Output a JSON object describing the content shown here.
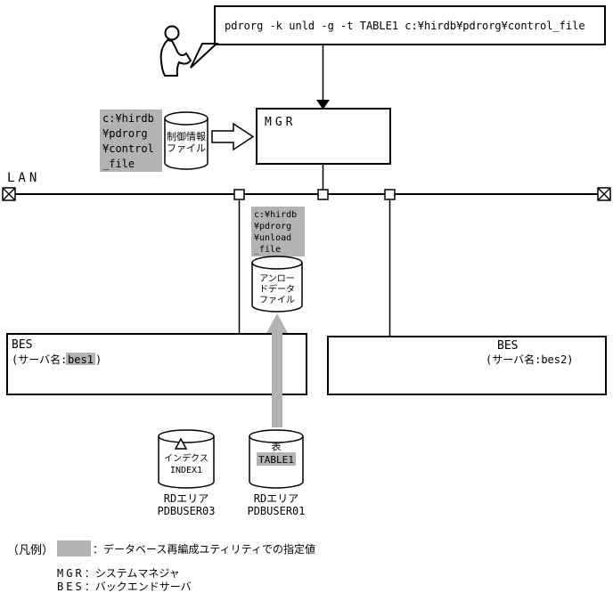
{
  "colors": {
    "highlight": "#b3b3b3",
    "arrow": "#b3b3b3"
  },
  "command": {
    "text": "pdrorg -k unld -g -t TABLE1 c:¥hirdb¥pdrorg¥control_file"
  },
  "lan": {
    "label": "LAN"
  },
  "mgr": {
    "label": "MGR"
  },
  "control_file": {
    "path": [
      "c:¥hirdb",
      "¥pdrorg",
      "¥control",
      "_file"
    ],
    "cylinder": [
      "制御情報",
      "ファイル"
    ]
  },
  "unload_file": {
    "path": [
      "c:¥hirdb",
      "¥pdrorg",
      "¥unload",
      "_file"
    ],
    "cylinder": [
      "アンロー",
      "ドデータ",
      "ファイル"
    ]
  },
  "bes1": {
    "title": "BES",
    "server_prefix": "(サーバ名:",
    "server_name": "bes1",
    "server_suffix": ")"
  },
  "bes2": {
    "title": "BES",
    "server_label": "(サーバ名:bes2)"
  },
  "index_store": {
    "cylinder": [
      "インデクス",
      "INDEX1"
    ],
    "rd_area": [
      "RDエリア",
      "PDBUSER03"
    ]
  },
  "table_store": {
    "kind": "表",
    "name": "TABLE1",
    "rd_area": [
      "RDエリア",
      "PDBUSER01"
    ]
  },
  "legend": {
    "title": "（凡例）",
    "swatch_label": "：データベース再編成ユティリティでの指定値",
    "entries": [
      {
        "abbr": "MGR",
        "desc": "：システムマネジャ"
      },
      {
        "abbr": "BES",
        "desc": "：バックエンドサーバ"
      }
    ]
  }
}
